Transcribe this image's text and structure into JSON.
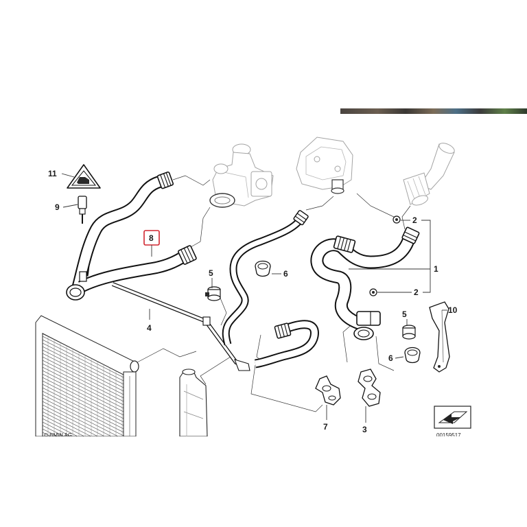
{
  "callouts": {
    "c11": "11",
    "c9": "9",
    "c8": "8",
    "c5a": "5",
    "c6a": "6",
    "c2a": "2",
    "c1": "1",
    "c2b": "2",
    "c4": "4",
    "c10": "10",
    "c5b": "5",
    "c6b": "6",
    "c7": "7",
    "c3": "3"
  },
  "footer": {
    "copyright": "© BMW AG",
    "ref_number": "00159517"
  },
  "colors": {
    "highlight": "#d0252e",
    "line": "#222222",
    "ghost_part": "#a3a3a3",
    "background": "#ffffff"
  }
}
